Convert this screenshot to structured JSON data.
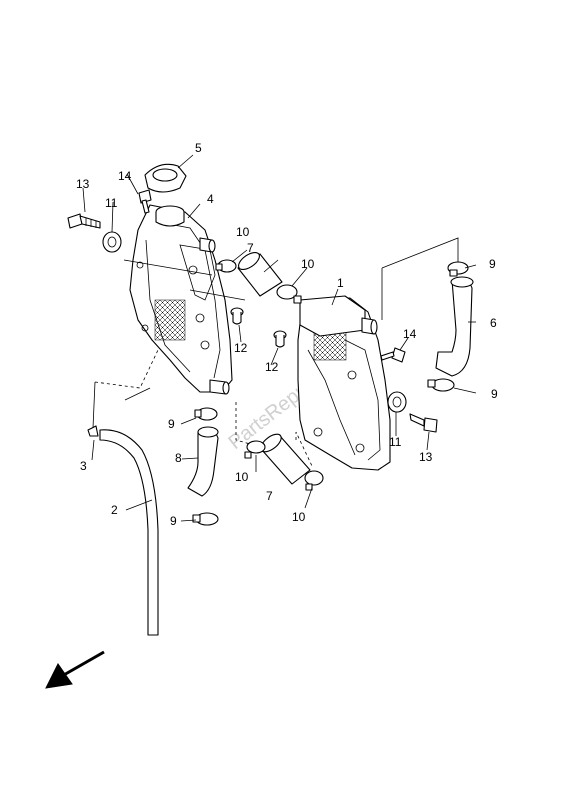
{
  "labels": {
    "p1": "1",
    "p2": "2",
    "p3": "3",
    "p4": "4",
    "p5": "5",
    "p6": "6",
    "p7a": "7",
    "p7b": "7",
    "p8": "8",
    "p9a": "9",
    "p9b": "9",
    "p9c": "9",
    "p9d": "9",
    "p10a": "10",
    "p10b": "10",
    "p10c": "10",
    "p10d": "10",
    "p11a": "11",
    "p11b": "11",
    "p12a": "12",
    "p12b": "12",
    "p13a": "13",
    "p13b": "13",
    "p14a": "14",
    "p14b": "14"
  },
  "watermark": "PartsRepublik",
  "icons": {
    "direction": "front-direction-arrow-icon"
  }
}
